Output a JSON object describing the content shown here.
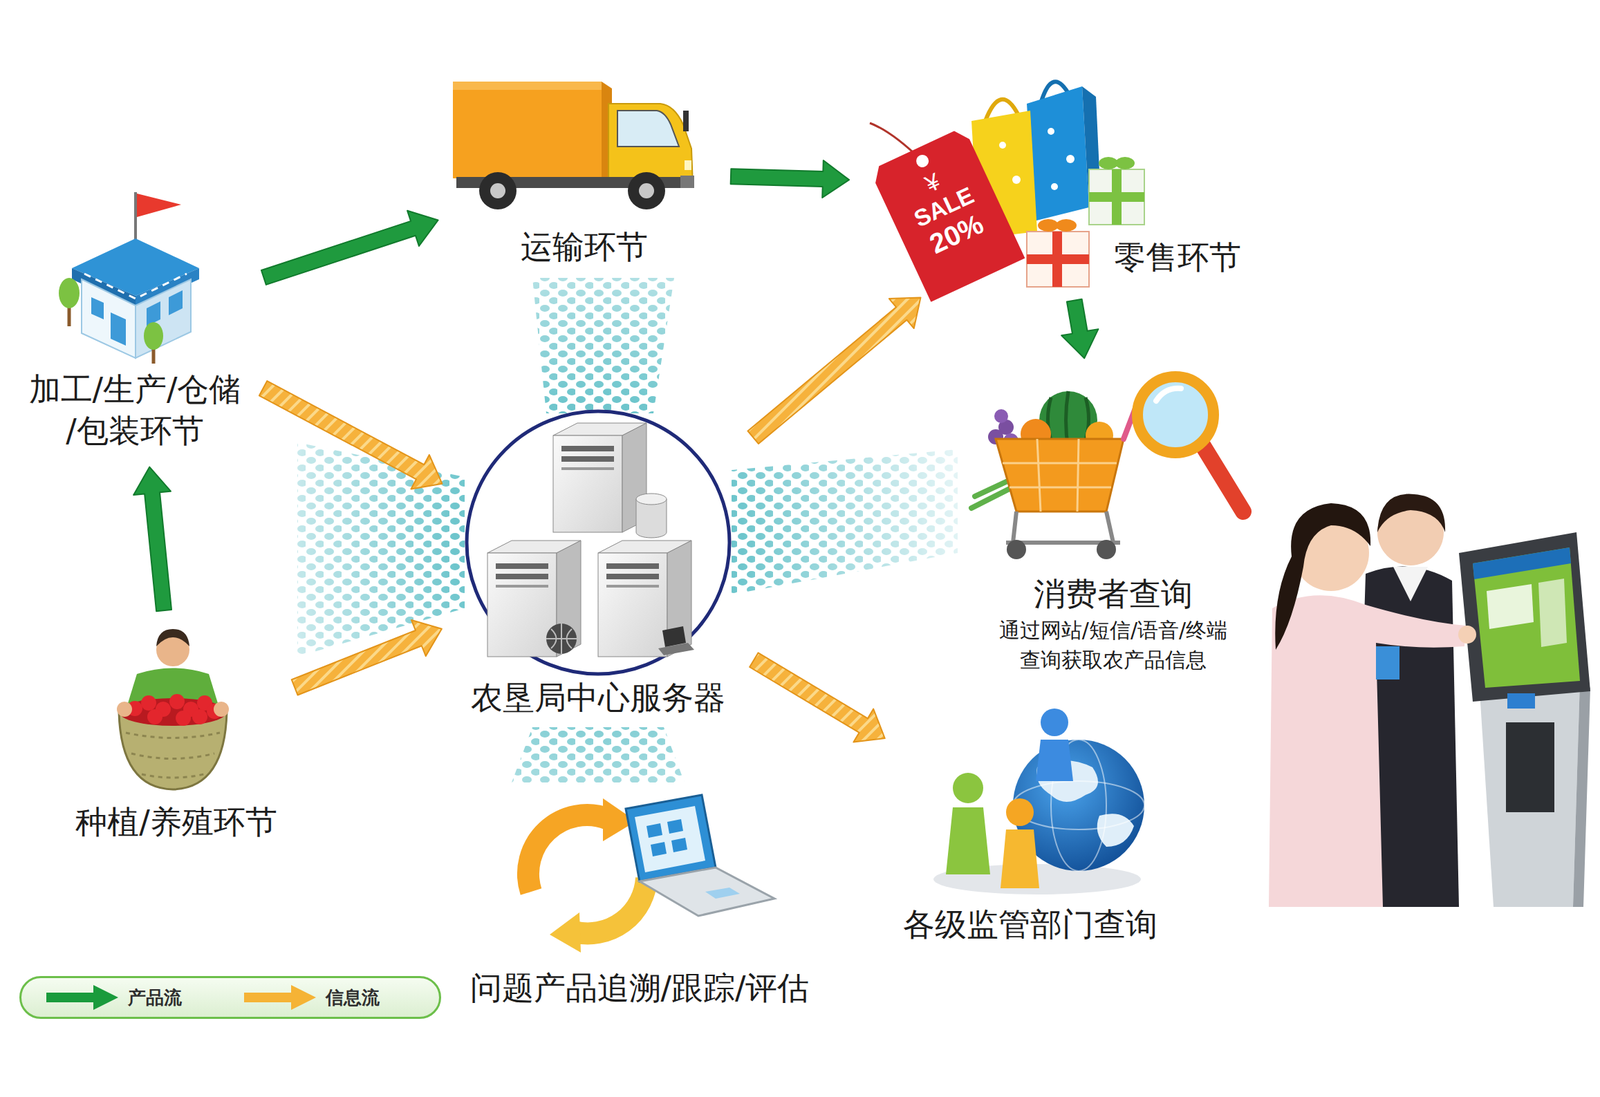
{
  "diagram": {
    "nodes": [
      {
        "text": [
          "加工/生产/仓储 /包装环节"
        ]
      },
      {
        "text": [
          "运输环节"
        ]
      },
      {
        "text": [
          "零售环节"
        ]
      },
      {
        "text": [
          "消费者查询",
          "通过网站/短信/语音/终端 查询获取农产品信息"
        ]
      },
      {
        "text": [
          "农垦局中心服务器"
        ]
      },
      {
        "text": [
          "种植/养殖环节"
        ]
      },
      {
        "text": [
          "问题产品追溯/跟踪/评估"
        ]
      },
      {
        "text": [
          "各级监管部门查询"
        ]
      }
    ],
    "edges": [
      {
        "from": 5,
        "to": 0,
        "arrow": "to"
      },
      {
        "from": 0,
        "to": 1,
        "arrow": "to"
      },
      {
        "from": 1,
        "to": 2,
        "arrow": "to"
      },
      {
        "from": 2,
        "to": 3,
        "arrow": "to"
      },
      {
        "from": 0,
        "to": 4,
        "arrow": "to"
      },
      {
        "from": 5,
        "to": 4,
        "arrow": "to"
      },
      {
        "from": 4,
        "to": 2,
        "arrow": "to"
      },
      {
        "from": 4,
        "to": 7,
        "arrow": "to"
      }
    ],
    "labels": [
      "¥",
      "SALE",
      "20%"
    ],
    "legend": [
      {
        "text": "产品流",
        "color": "#1a9b3c"
      },
      {
        "text": "信息流",
        "color": "#f5b335"
      }
    ]
  }
}
